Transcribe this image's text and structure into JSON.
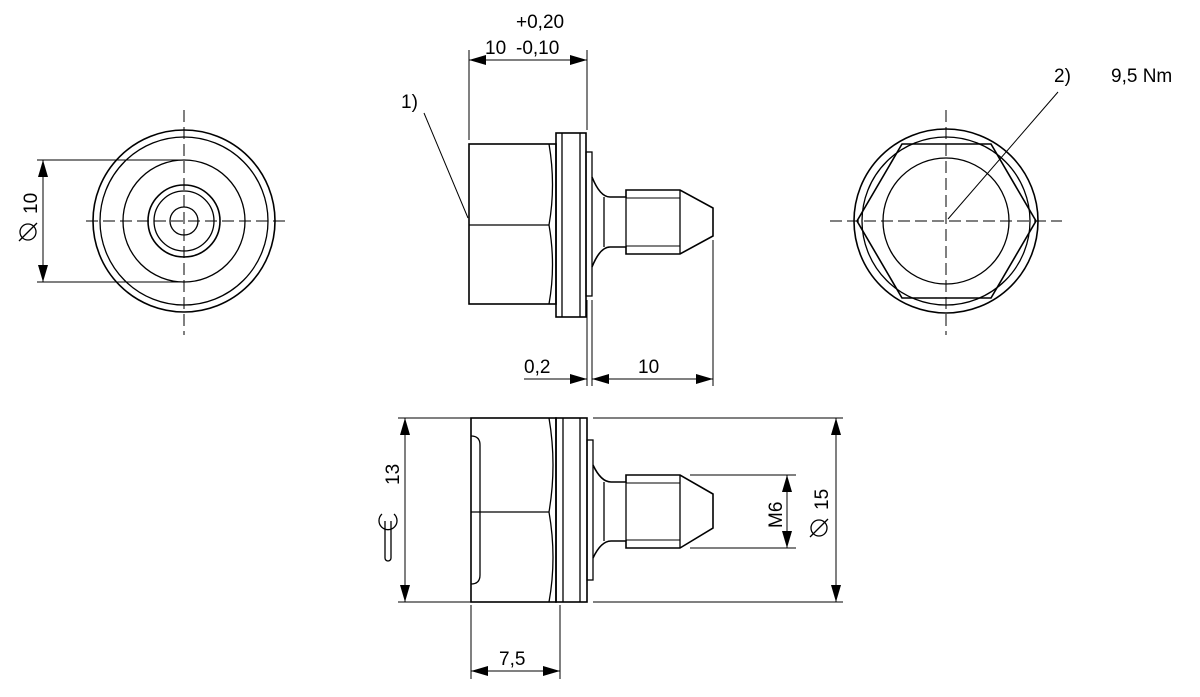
{
  "labels": {
    "tol_upper": "+0,20",
    "nominal_width": "10",
    "tol_lower": "-0,10",
    "note_1": "1)",
    "note_2": "2)",
    "torque": "9,5 Nm",
    "diameter_10": "10",
    "gap_0_2": "0,2",
    "length_10": "10",
    "wrench_13": "13",
    "thread_m6": "M6",
    "diameter_15": "15",
    "width_7_5": "7,5"
  },
  "symbols": {
    "diameter": "diameter-symbol",
    "wrench": "wrench-size-symbol"
  }
}
